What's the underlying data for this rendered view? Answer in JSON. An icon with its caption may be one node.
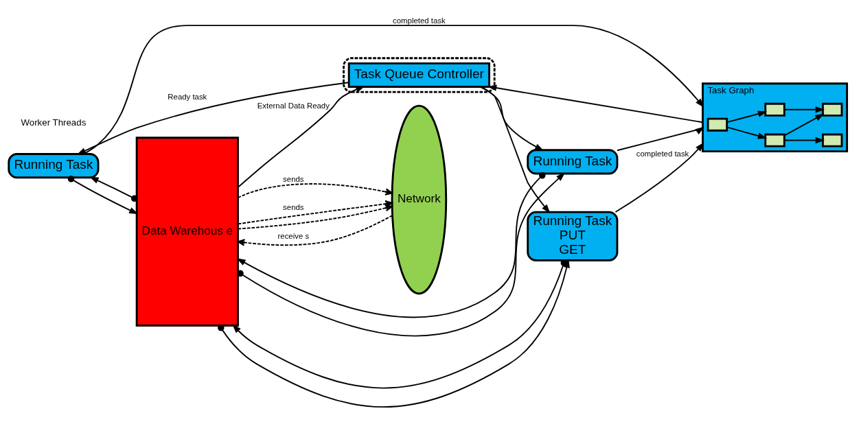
{
  "diagram": {
    "nodes": [
      {
        "text": [
          "Running Task"
        ]
      },
      {
        "text": [
          "Running Task",
          "PUT",
          "GET"
        ]
      },
      {
        "text": [
          "Running Task"
        ]
      },
      {
        "text": [
          "Data Warehous e"
        ]
      },
      {
        "text": [
          "Network"
        ]
      },
      {
        "text": [
          "Task Graph"
        ]
      },
      {
        "text": [],
        "shape": "box",
        "in": 5
      },
      {
        "text": [],
        "shape": "box",
        "in": 5
      },
      {
        "text": [],
        "shape": "box",
        "in": 5
      },
      {
        "text": [],
        "shape": "box",
        "in": 5
      },
      {
        "text": [],
        "shape": "box",
        "in": 5
      },
      {
        "text": [],
        "shape": "box"
      },
      {
        "text": [
          "Task Queue Controller"
        ],
        "in": 11
      }
    ],
    "edges": [
      {
        "from": 0,
        "to": 5,
        "arrow": "to",
        "label": "completed task"
      },
      {
        "from": 1,
        "to": 5,
        "arrow": "to",
        "label": "completed task"
      },
      {
        "from": 2,
        "to": 5,
        "arrow": "to"
      },
      {
        "from": 5,
        "to": 12,
        "arrow": "to"
      },
      {
        "from": 12,
        "to": 0,
        "arrow": "to",
        "label": "Ready task"
      },
      {
        "from": 12,
        "to": 1,
        "arrow": "to"
      },
      {
        "from": 12,
        "to": 2,
        "arrow": "to"
      },
      {
        "from": 0,
        "to": 3,
        "arrow": "to"
      },
      {
        "from": 3,
        "to": 0,
        "arrow": "to"
      },
      {
        "from": 1,
        "to": 3,
        "arrow": "to"
      },
      {
        "from": 3,
        "to": 1,
        "arrow": "to"
      },
      {
        "from": 2,
        "to": 3,
        "arrow": "to"
      },
      {
        "from": 3,
        "to": 2,
        "arrow": "to"
      },
      {
        "from": 3,
        "to": 4,
        "arrow": "to",
        "label": "sends",
        "style": "dashed"
      },
      {
        "from": 3,
        "to": 4,
        "arrow": "to",
        "label": "sends",
        "style": "dashed"
      },
      {
        "from": 3,
        "to": 4,
        "arrow": "to",
        "style": "dashed"
      },
      {
        "from": 4,
        "to": 3,
        "arrow": "to",
        "label": "receive s",
        "style": "dashed"
      },
      {
        "from": 3,
        "to": 12,
        "arrow": "to",
        "label": "External Data Ready"
      },
      {
        "from": 6,
        "to": 7,
        "arrow": "to"
      },
      {
        "from": 6,
        "to": 8,
        "arrow": "to"
      },
      {
        "from": 7,
        "to": 9,
        "arrow": "to"
      },
      {
        "from": 7,
        "to": 10,
        "arrow": "to"
      },
      {
        "from": 8,
        "to": 10,
        "arrow": "to"
      }
    ],
    "labels": [
      "Worker Threads"
    ]
  }
}
